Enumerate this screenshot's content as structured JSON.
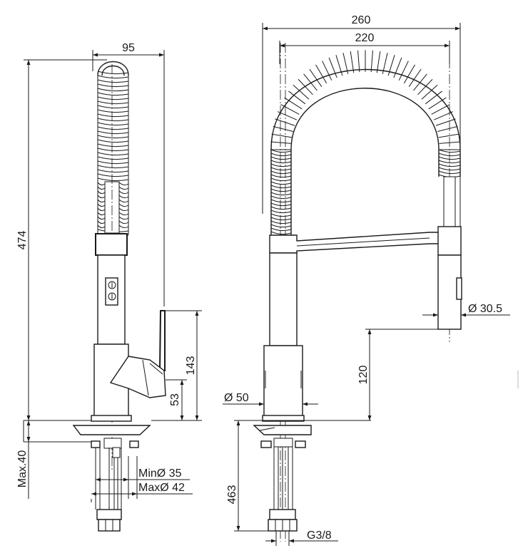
{
  "drawing": {
    "side_view": {
      "width_label": "95",
      "height_label": "474",
      "handle_height_label": "143",
      "lever_height_label": "53",
      "deck_thickness_label": "Max.40",
      "hole_min_label": "MinØ 35",
      "hole_max_label": "MaxØ 42"
    },
    "front_view": {
      "overall_width_label": "260",
      "arc_width_label": "220",
      "spray_diameter_label": "Ø 30.5",
      "spray_clearance_label": "120",
      "body_diameter_label": "Ø 50",
      "hose_length_label": "463",
      "thread_label": "G3/8"
    }
  }
}
